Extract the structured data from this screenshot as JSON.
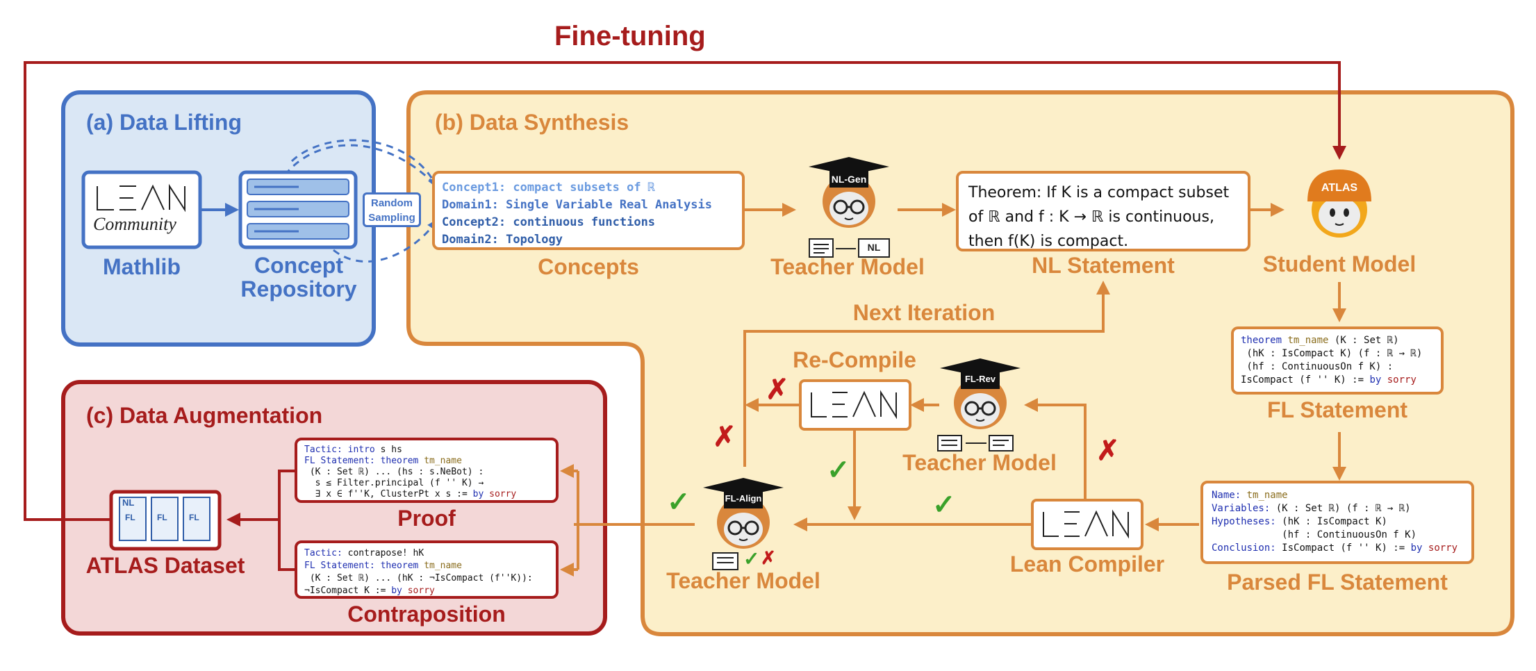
{
  "fine_tuning_label": "Fine-tuning",
  "sections": {
    "lifting": {
      "title": "(a) Data Lifting"
    },
    "synthesis": {
      "title": "(b) Data Synthesis"
    },
    "augmentation": {
      "title": "(c) Data Augmentation"
    }
  },
  "lifting": {
    "logo_text": "Community",
    "mathlib_label": "Mathlib",
    "repo_label_1": "Concept",
    "repo_label_2": "Repository",
    "sampling_1": "Random",
    "sampling_2": "Sampling"
  },
  "concepts": {
    "lines": [
      "Concept1: compact subsets of ℝ",
      "Domain1: Single Variable Real Analysis",
      "Concept2: continuous functions",
      "Domain2: Topology"
    ],
    "label": "Concepts"
  },
  "teacher_gen": {
    "hat": "NL-Gen",
    "nl_doc": "NL",
    "label": "Teacher Model"
  },
  "nl_statement": {
    "line1": "Theorem: If K is a compact subset",
    "line2": "of ℝ and f : K → ℝ is continuous,",
    "line3": "then f(K) is compact.",
    "label": "NL Statement"
  },
  "student": {
    "badge": "ATLAS",
    "label": "Student Model"
  },
  "next_iteration": "Next Iteration",
  "fl_statement": {
    "code": {
      "l1_kw": "theorem",
      "l1_nm": "tm_name",
      "l1_rest": " (K : Set ℝ)",
      "l2": " (hK : IsCompact K) (f : ℝ → ℝ)",
      "l3": " (hf : ContinuousOn f K) :",
      "l4a": "IsCompact (f '' K) := ",
      "l4_by": "by",
      "l4_sorry": "sorry"
    },
    "label": "FL Statement"
  },
  "parsed": {
    "name_k": "Name:",
    "name_v": "tm_name",
    "vars_k": "Variables:",
    "vars_v": "(K : Set ℝ) (f : ℝ → ℝ)",
    "hyp_k": "Hypotheses:",
    "hyp_v1": "(hK : IsCompact K)",
    "hyp_v2": "(hf : ContinuousOn f K)",
    "concl_k": "Conclusion:",
    "concl_v": "IsCompact (f '' K) := ",
    "concl_by": "by",
    "concl_sorry": "sorry",
    "label": "Parsed FL Statement"
  },
  "lean_compiler": {
    "label": "Lean Compiler"
  },
  "recompile": {
    "label": "Re-Compile"
  },
  "teacher_rev": {
    "hat": "FL-Rev",
    "label": "Teacher Model"
  },
  "teacher_align": {
    "hat": "FL-Align",
    "label": "Teacher Model"
  },
  "proof": {
    "t_k": "Tactic:",
    "t_v": "intro",
    "t_rest": " s hs",
    "fl_k": "FL Statement:",
    "fl_kw": "theorem",
    "fl_nm": "tm_name",
    "l2": " (K : Set ℝ) ... (hs : s.NeBot) :",
    "l3": "  s ≤ Filter.principal (f '' K) →",
    "l4a": "  ∃ x ∈ f''K, ClusterPt x s := ",
    "l4_by": "by",
    "l4_sorry": "sorry",
    "label": "Proof"
  },
  "contraposition": {
    "t_k": "Tactic:",
    "t_v": "contrapose! hK",
    "fl_k": "FL Statement:",
    "fl_kw": "theorem",
    "fl_nm": "tm_name",
    "l2": " (K : Set ℝ) ... (hK : ¬IsCompact (f''K)):",
    "l3a": "¬IsCompact K := ",
    "l3_by": "by",
    "l3_sorry": "sorry",
    "label": "Contraposition"
  },
  "dataset": {
    "doc_tag": "NL",
    "doc_fl": "FL",
    "label": "ATLAS Dataset"
  },
  "colors": {
    "blue": "#4472c4",
    "orange": "#d9873c",
    "red": "#a61c1c",
    "green": "#3aa12a"
  },
  "icons": [
    "lean-logo-icon",
    "repository-icon",
    "teacher-avatar-icon",
    "student-avatar-icon",
    "check-icon",
    "cross-icon",
    "document-icon"
  ]
}
